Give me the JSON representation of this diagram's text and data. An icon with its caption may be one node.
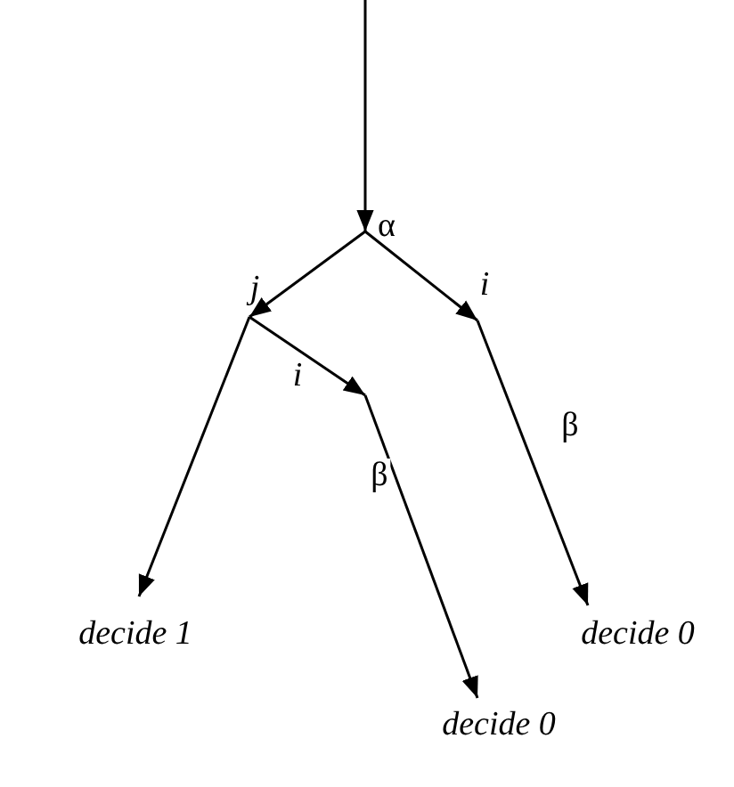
{
  "diagram": {
    "nodes": [
      {
        "text": [
          "α"
        ]
      },
      {
        "text": [
          "j"
        ]
      },
      {
        "text": [
          "i"
        ]
      },
      {
        "text": [
          "i"
        ]
      },
      {
        "text": [
          "decide 1"
        ]
      },
      {
        "text": [
          "decide 0"
        ]
      },
      {
        "text": [
          "decide 0"
        ]
      }
    ],
    "edges": [
      {
        "from": null,
        "to": 0,
        "arrow": "to"
      },
      {
        "from": 0,
        "to": 1,
        "arrow": "to"
      },
      {
        "from": 0,
        "to": 2,
        "arrow": "to"
      },
      {
        "from": 1,
        "to": 3,
        "arrow": "to"
      },
      {
        "from": 1,
        "to": 4,
        "arrow": "to"
      },
      {
        "from": 3,
        "to": 6,
        "arrow": "to",
        "label": "β"
      },
      {
        "from": 2,
        "to": 5,
        "arrow": "to",
        "label": "β"
      }
    ]
  }
}
